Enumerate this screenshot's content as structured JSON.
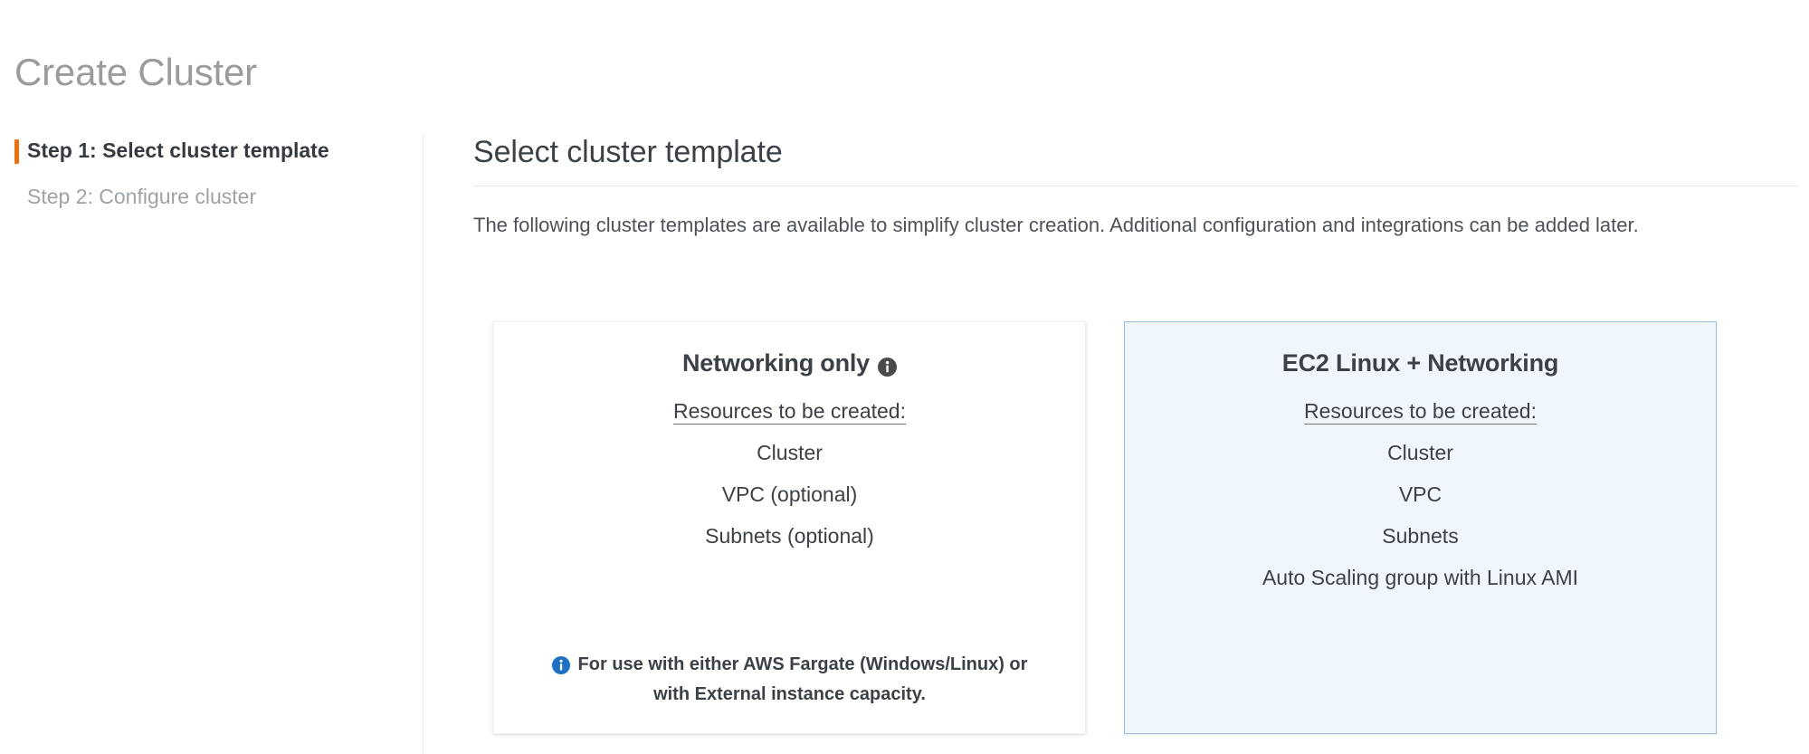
{
  "page": {
    "title": "Create Cluster"
  },
  "wizard": {
    "steps": [
      {
        "label": "Step 1: Select cluster template",
        "state": "active"
      },
      {
        "label": "Step 2: Configure cluster",
        "state": "inactive"
      }
    ]
  },
  "section": {
    "heading": "Select cluster template",
    "description": "The following cluster templates are available to simplify cluster creation. Additional configuration and integrations can be added later."
  },
  "templates": [
    {
      "title": "Networking only",
      "title_info_icon": "info-icon",
      "resources_label": "Resources to be created:",
      "resources": [
        "Cluster",
        "VPC (optional)",
        "Subnets (optional)"
      ],
      "note_icon": "info-icon",
      "note": "For use with either AWS Fargate (Windows/Linux) or with External instance capacity.",
      "selected": false
    },
    {
      "title": "EC2 Linux + Networking",
      "resources_label": "Resources to be created:",
      "resources": [
        "Cluster",
        "VPC",
        "Subnets",
        "Auto Scaling group with Linux AMI"
      ],
      "selected": true
    }
  ],
  "colors": {
    "accent_orange": "#ec7211",
    "selected_card_bg": "#eff7fd",
    "selected_card_border": "#92bddf",
    "info_blue": "#1f6fc4",
    "info_dark": "#4a4a4a",
    "title_gray": "#9b9b9b",
    "body_text": "#3b4147"
  }
}
